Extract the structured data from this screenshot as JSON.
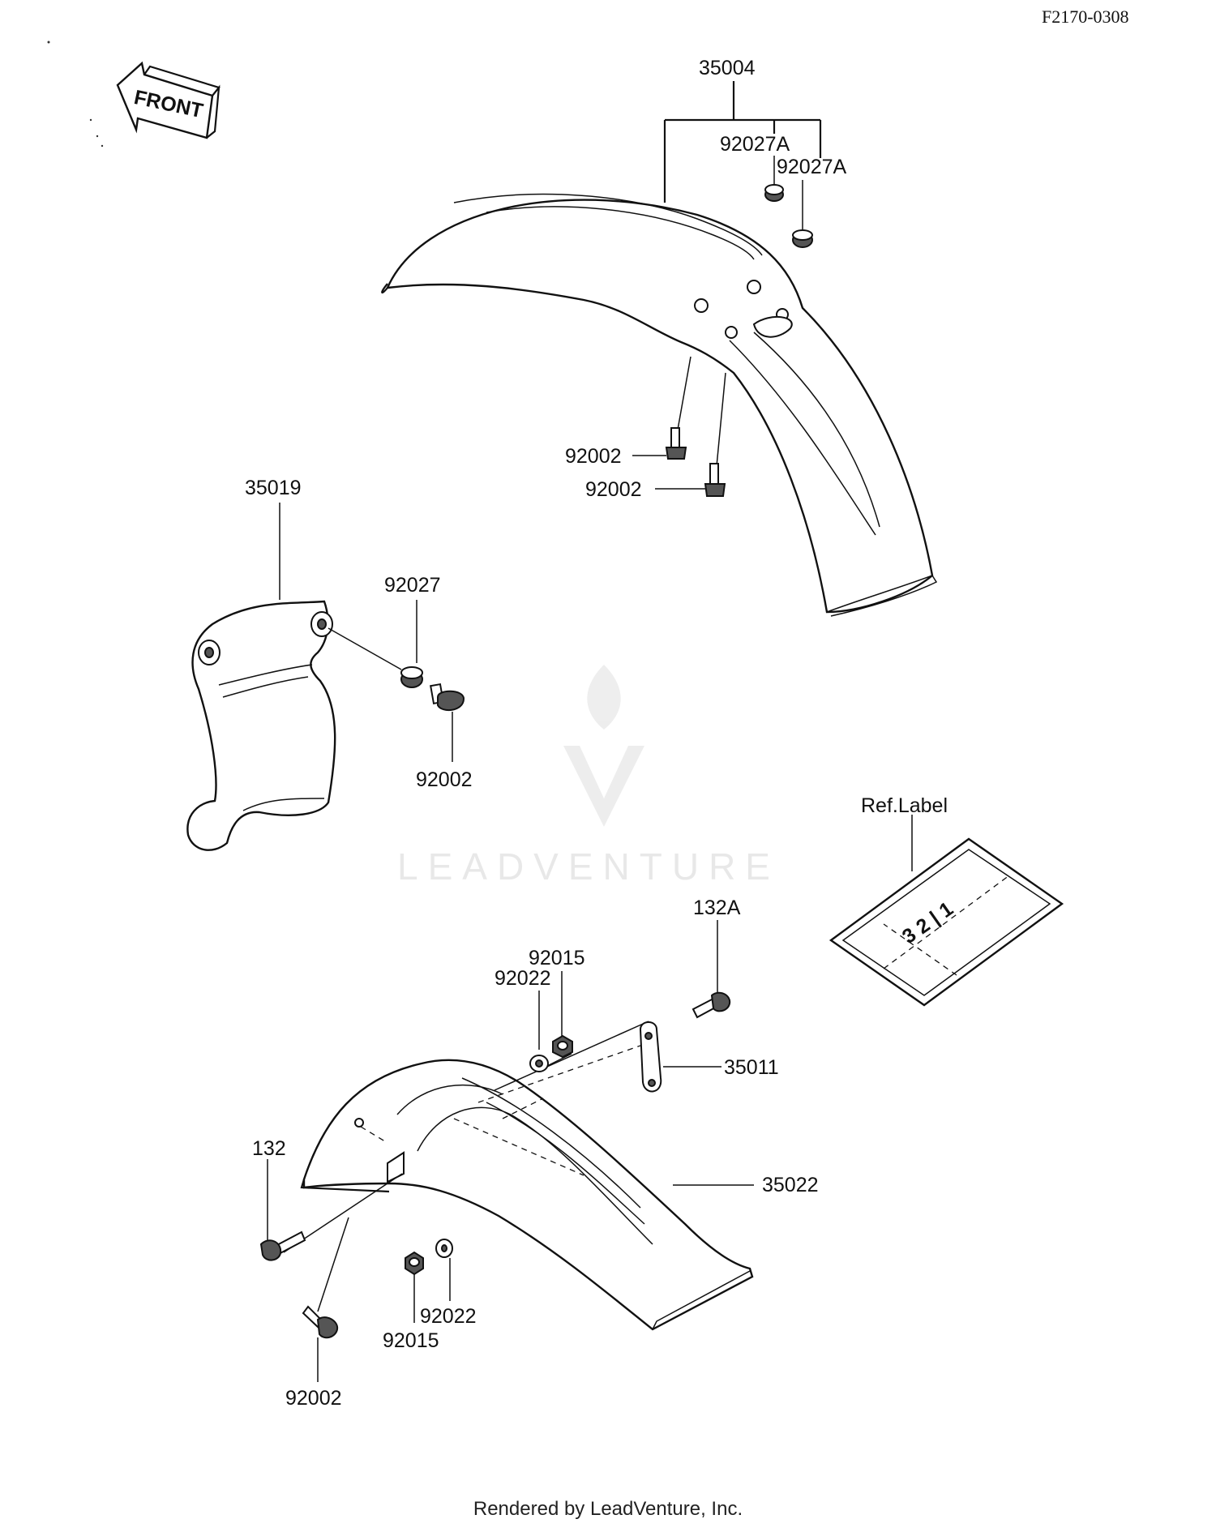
{
  "header": {
    "ref_code": "F2170-0308"
  },
  "front_arrow": {
    "label": "FRONT"
  },
  "watermark": {
    "text": "LEADVENTURE"
  },
  "parts": {
    "p35004": "35004",
    "p92027A_1": "92027A",
    "p92027A_2": "92027A",
    "p92002_a": "92002",
    "p92002_b": "92002",
    "p35019": "35019",
    "p92027": "92027",
    "p92002_c": "92002",
    "ref_label": "Ref.Label",
    "p132A": "132A",
    "p92015_a": "92015",
    "p92022_a": "92022",
    "p35011": "35011",
    "p132": "132",
    "p35022": "35022",
    "p92022_b": "92022",
    "p92015_b": "92015",
    "p92002_d": "92002"
  },
  "label_decal": {
    "text": "3 2 | 1"
  },
  "footer": {
    "text": "Rendered by LeadVenture, Inc."
  }
}
